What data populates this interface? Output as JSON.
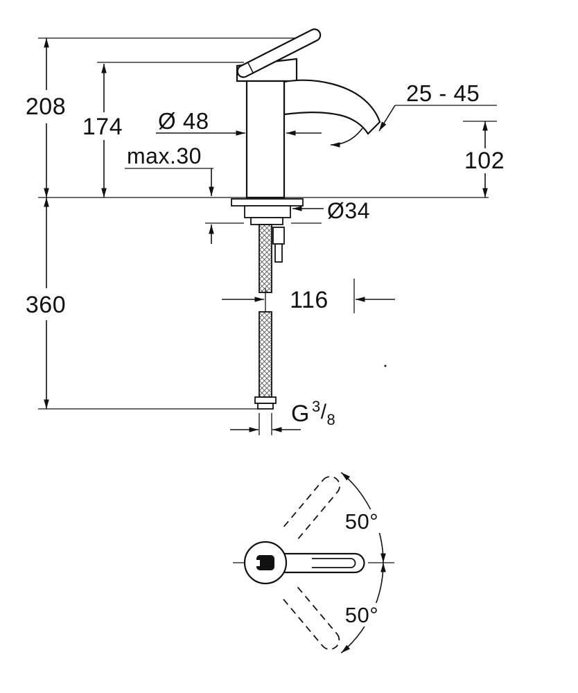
{
  "palette": {
    "ink": "#111111",
    "paper": "#ffffff"
  },
  "side_view": {
    "labels": {
      "total_height": "208",
      "height_to_spout_base": "174",
      "body_diameter": "Ø 48",
      "max_deck_thickness": "max.30",
      "aerator_angle_range": "25 - 45",
      "spout_outlet_height": "102",
      "hole_diameter": "Ø34",
      "hose_length": "360",
      "spout_projection": "116",
      "thread": {
        "prefix": "G",
        "numerator": "3",
        "slash": "/",
        "denominator": "8"
      }
    }
  },
  "top_view": {
    "labels": {
      "handle_swing_upper": "50°",
      "handle_swing_lower": "50°"
    }
  }
}
